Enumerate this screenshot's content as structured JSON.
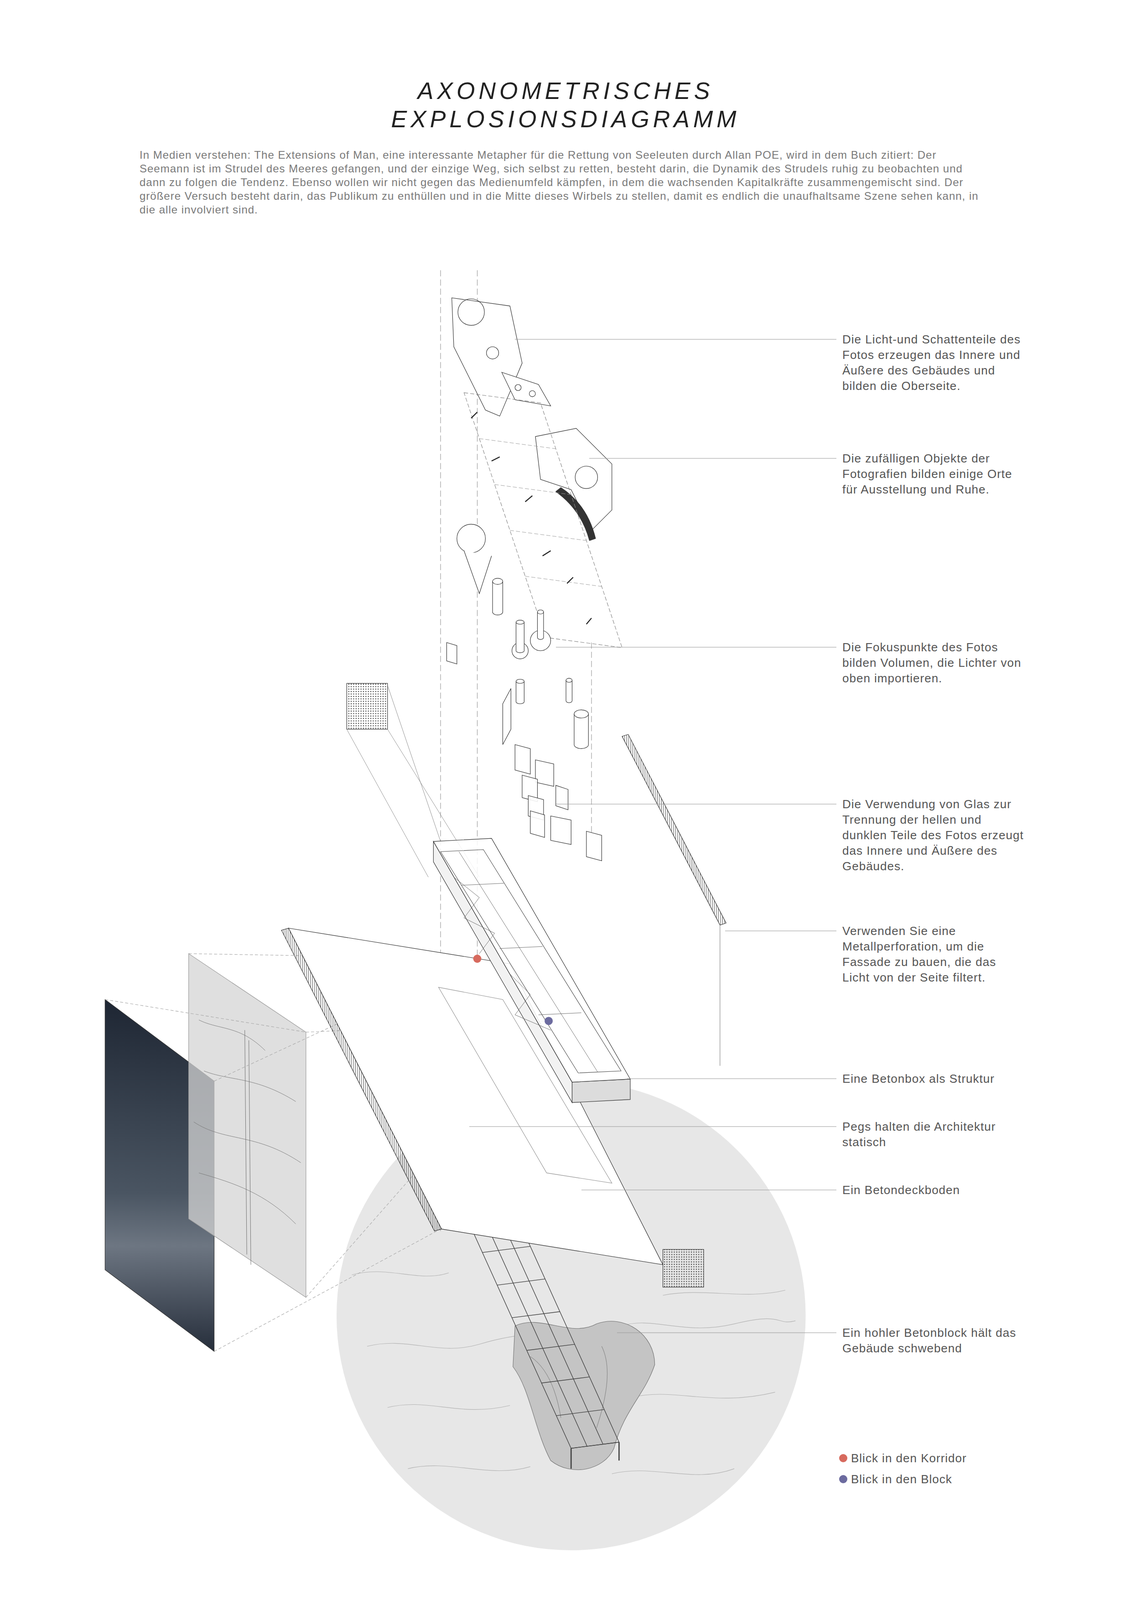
{
  "diagram": {
    "title": "AXONOMETRISCHES EXPLOSIONSDIAGRAMM",
    "labels": [
      "In Medien verstehen: The Extensions of Man, eine interessante Metapher für die Rettung von Seeleuten durch Allan POE, wird in dem Buch zitiert: Der Seemann ist im Strudel des Meeres gefangen, und der einzige Weg, sich selbst zu retten, besteht darin, die Dynamik des Strudels ruhig zu beobachten und dann zu folgen die Tendenz. Ebenso wollen wir nicht gegen das Medienumfeld kämpfen, in dem die wachsenden Kapitalkräfte zusammengemischt sind. Der größere Versuch besteht darin, das Publikum zu enthüllen und in die Mitte dieses Wirbels zu stellen, damit es endlich die unaufhaltsame Szene sehen kann, in die alle involviert sind.",
      "Die Licht-und Schattenteile des Fotos erzeugen das Innere und Äußere des Gebäudes und bilden die Oberseite.",
      "Die zufälligen Objekte der Fotografien bilden einige Orte für Ausstellung und Ruhe.",
      "Die Fokuspunkte des Fotos bilden Volumen, die Lichter von oben importieren.",
      "Die Verwendung von Glas zur Trennung der hellen und dunklen Teile des Fotos erzeugt das Innere und Äußere des Gebäudes.",
      "Verwenden Sie eine Metallperforation, um die Fassade zu bauen, die das Licht von der Seite filtert.",
      "Eine Betonbox als Struktur",
      "Pegs halten die Architektur statisch",
      "Ein Betondeckboden",
      "Ein hohler Betonblock hält das Gebäude schwebend"
    ],
    "legend": [
      {
        "text": "Blick in den Korridor",
        "color": "#d76a5e"
      },
      {
        "text": "Blick in den Block",
        "color": "#6c6b9f"
      }
    ]
  }
}
